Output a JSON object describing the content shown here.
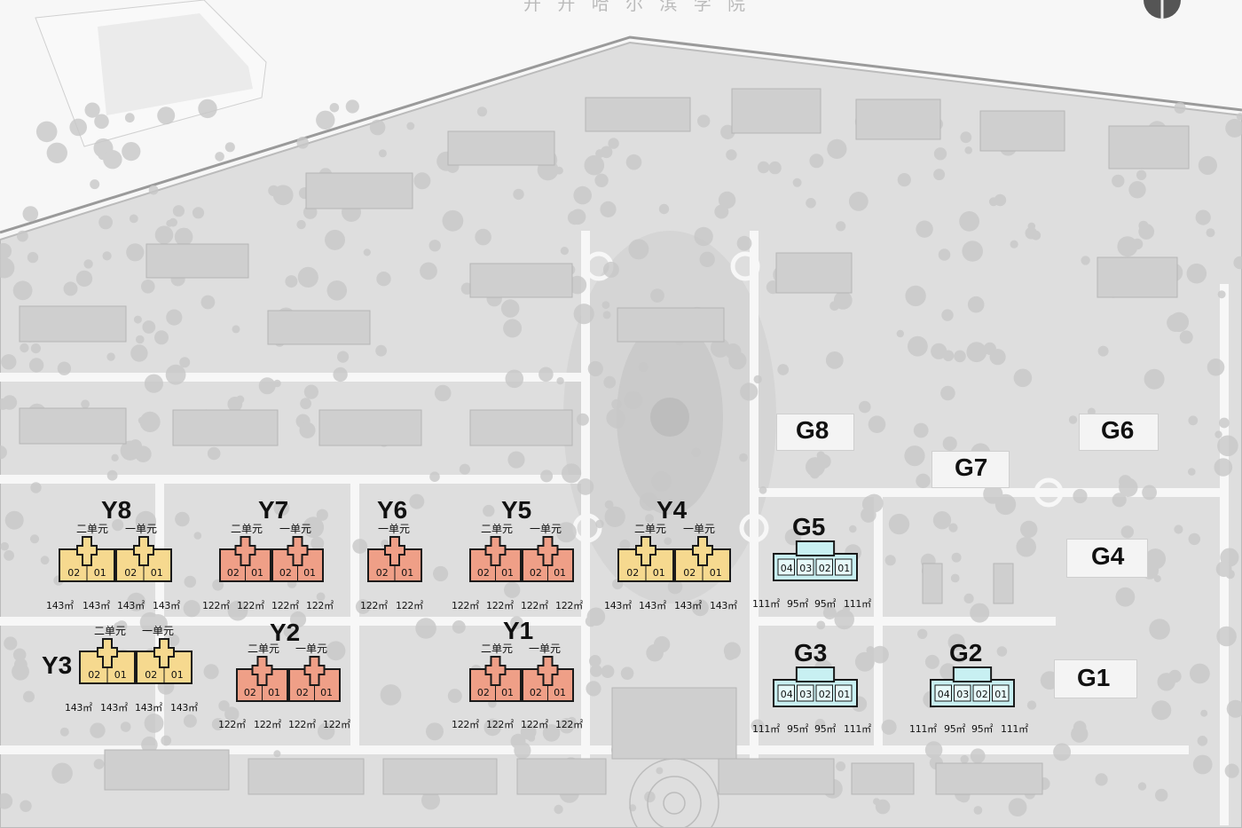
{
  "header": {
    "title": "开 开 哈 尔 滨 学 院"
  },
  "colors": {
    "yellow_fill": "#f6d98f",
    "salmon_fill": "#ef9f87",
    "cyan_fill": "#c8f0f2",
    "outline": "#1a1a1a",
    "map_bg": "#e9e9e9",
    "building_gray": "#cfcfcf",
    "road_white": "#f7f7f7"
  },
  "buildings": [
    {
      "id": "Y8",
      "type": "yellow",
      "units": [
        {
          "name": "二单元",
          "rooms": [
            "02",
            "01"
          ]
        },
        {
          "name": "一单元",
          "rooms": [
            "02",
            "01"
          ]
        }
      ],
      "areas": [
        "143㎡",
        "143㎡",
        "143㎡",
        "143㎡"
      ]
    },
    {
      "id": "Y7",
      "type": "salmon",
      "units": [
        {
          "name": "二单元",
          "rooms": [
            "02",
            "01"
          ]
        },
        {
          "name": "一单元",
          "rooms": [
            "02",
            "01"
          ]
        }
      ],
      "areas": [
        "122㎡",
        "122㎡",
        "122㎡",
        "122㎡"
      ]
    },
    {
      "id": "Y6",
      "type": "salmon",
      "units": [
        {
          "name": "一单元",
          "rooms": [
            "02",
            "01"
          ]
        }
      ],
      "areas": [
        "122㎡",
        "122㎡"
      ]
    },
    {
      "id": "Y5",
      "type": "salmon",
      "units": [
        {
          "name": "二单元",
          "rooms": [
            "02",
            "01"
          ]
        },
        {
          "name": "一单元",
          "rooms": [
            "02",
            "01"
          ]
        }
      ],
      "areas": [
        "122㎡",
        "122㎡",
        "122㎡",
        "122㎡"
      ]
    },
    {
      "id": "Y4",
      "type": "yellow",
      "units": [
        {
          "name": "二单元",
          "rooms": [
            "02",
            "01"
          ]
        },
        {
          "name": "一单元",
          "rooms": [
            "02",
            "01"
          ]
        }
      ],
      "areas": [
        "143㎡",
        "143㎡",
        "143㎡",
        "143㎡"
      ]
    },
    {
      "id": "Y3",
      "type": "yellow",
      "units": [
        {
          "name": "二单元",
          "rooms": [
            "02",
            "01"
          ]
        },
        {
          "name": "一单元",
          "rooms": [
            "02",
            "01"
          ]
        }
      ],
      "areas": [
        "143㎡",
        "143㎡",
        "143㎡",
        "143㎡"
      ]
    },
    {
      "id": "Y2",
      "type": "salmon",
      "units": [
        {
          "name": "二单元",
          "rooms": [
            "02",
            "01"
          ]
        },
        {
          "name": "一单元",
          "rooms": [
            "02",
            "01"
          ]
        }
      ],
      "areas": [
        "122㎡",
        "122㎡",
        "122㎡",
        "122㎡"
      ]
    },
    {
      "id": "Y1",
      "type": "salmon",
      "units": [
        {
          "name": "二单元",
          "rooms": [
            "02",
            "01"
          ]
        },
        {
          "name": "一单元",
          "rooms": [
            "02",
            "01"
          ]
        }
      ],
      "areas": [
        "122㎡",
        "122㎡",
        "122㎡",
        "122㎡"
      ]
    },
    {
      "id": "G5",
      "type": "cyan",
      "rooms": [
        "04",
        "03",
        "02",
        "01"
      ],
      "areas": [
        "111㎡",
        "95㎡",
        "95㎡",
        "111㎡"
      ]
    },
    {
      "id": "G3",
      "type": "cyan",
      "rooms": [
        "04",
        "03",
        "02",
        "01"
      ],
      "areas": [
        "111㎡",
        "95㎡",
        "95㎡",
        "111㎡"
      ]
    },
    {
      "id": "G2",
      "type": "cyan",
      "rooms": [
        "04",
        "03",
        "02",
        "01"
      ],
      "areas": [
        "111㎡",
        "95㎡",
        "95㎡",
        "111㎡"
      ]
    }
  ],
  "plain_labels": [
    "G8",
    "G7",
    "G6",
    "G4",
    "G1"
  ]
}
